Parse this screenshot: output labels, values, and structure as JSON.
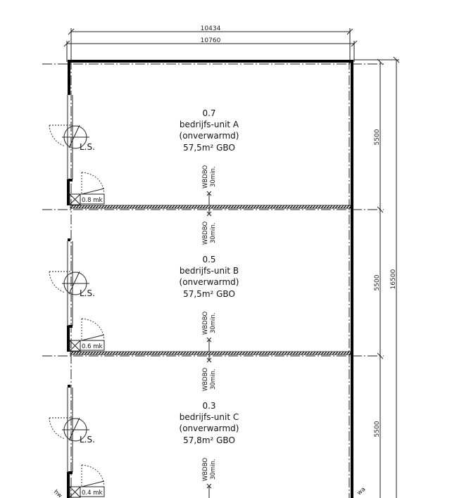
{
  "dimensions": {
    "top_inner": "10434",
    "top_outer": "10760",
    "unit_height_a": "5500",
    "unit_height_b": "5500",
    "unit_height_c": "5500",
    "total_height": "16500"
  },
  "units": [
    {
      "number": "0.7",
      "name": "bedrijfs-unit A",
      "note": "(onverwarmd)",
      "area": "57,5m² GBO",
      "door": "0.8 mk"
    },
    {
      "number": "0.5",
      "name": "bedrijfs-unit B",
      "note": "(onverwarmd)",
      "area": "57,5m² GBO",
      "door": "0.6 mk"
    },
    {
      "number": "0.3",
      "name": "bedrijfs-unit C",
      "note": "(onverwarmd)",
      "area": "57,8m² GBO",
      "door": "0.4 mk"
    }
  ],
  "fire_rating": {
    "label": "WBDBO",
    "duration": "30min."
  },
  "door_symbol": "L.S.",
  "edge_labels": {
    "left": "hw",
    "right": "wa"
  }
}
